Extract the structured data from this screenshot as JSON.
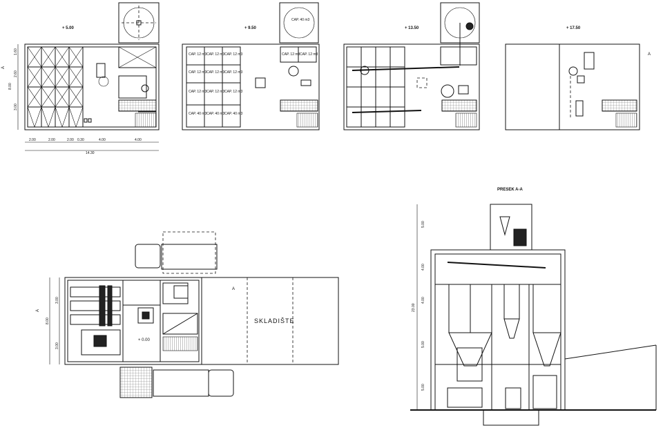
{
  "floor_levels": [
    "+ 5.00",
    "+ 9.50",
    "+ 13.50",
    "+ 17.50"
  ],
  "ground_level": "+ 0.00",
  "section_title": "PRESEK A-A",
  "warehouse_label": "SKLADIŠTE",
  "section_marker": "A",
  "bin_capacity_12": "CAP. 12 m3",
  "bin_capacity_40": "CAP. 40 m3",
  "top_dims": [
    "2.00",
    "2.00",
    "2.00",
    "0.30",
    "4.00",
    "4.00"
  ],
  "top_total": "14.30",
  "top_left_dims": [
    "1.60",
    "8.00",
    "2.60",
    "3.00"
  ],
  "ground_left_dims": [
    "3.00",
    "8.00",
    "3.00"
  ],
  "section_vertical_dims": [
    "5.00",
    "4.00",
    "4.00",
    "5.00",
    "5.00",
    "23.00"
  ]
}
